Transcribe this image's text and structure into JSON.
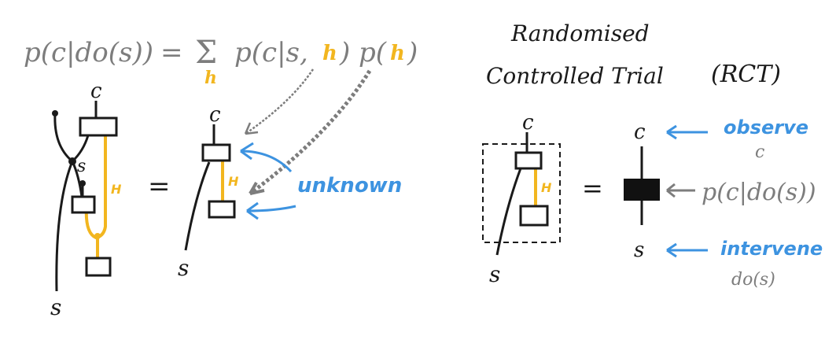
{
  "colors": {
    "ink": "#1a1a1a",
    "grey": "#7d7d7d",
    "yellow": "#f2b61f",
    "blue": "#3d93e0",
    "box_fill": "#111111"
  },
  "formula": {
    "lhs": "p(c|do(s))",
    "equals": "=",
    "sum": "Σ",
    "sum_index": "h",
    "term1_open": "p(c|s,",
    "term1_h": "h",
    "term1_close": ")",
    "term2_open": "p(",
    "term2_h": "h",
    "term2_close": ")"
  },
  "left_diagram": {
    "c_label": "c",
    "s_label": "s",
    "s_label_mid": "s",
    "h_label": "H"
  },
  "equals_sign": "=",
  "middle_diagram": {
    "c_label": "c",
    "s_label": "s",
    "h_label": "H",
    "unknown_label": "unknown"
  },
  "rct": {
    "title_line1": "Randomised",
    "title_line2": "Controlled Trial",
    "abbrev": "(RCT)",
    "inner_c": "c",
    "inner_h": "H",
    "inner_s": "s",
    "equals": "=",
    "out_c": "c",
    "out_s": "s",
    "observe": "observe",
    "observe_sub": "c",
    "causal_label": "p(c|do(s))",
    "intervene": "intervene",
    "intervene_sub": "do(s)"
  }
}
